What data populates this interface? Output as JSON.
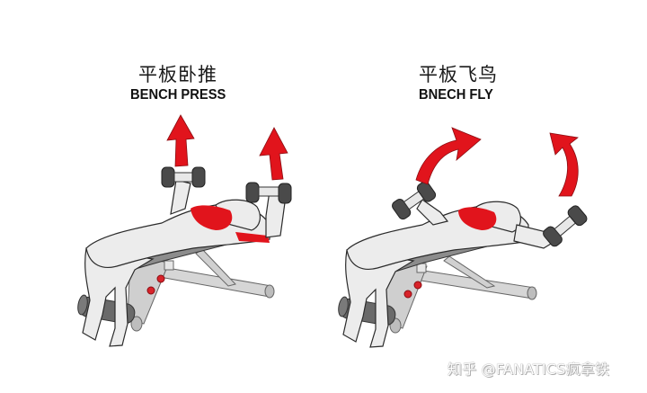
{
  "exercises": [
    {
      "title_cn": "平板卧推",
      "title_en": "BENCH PRESS",
      "motion": "straight-up-arrows"
    },
    {
      "title_cn": "平板飞鸟",
      "title_en": "BNECH FLY",
      "motion": "curved-arc-arrows"
    }
  ],
  "watermark": "知乎 @FANATICS疯拿铁",
  "colors": {
    "accent_red": "#e1141c",
    "body_fill": "#ececec",
    "outline": "#2b2b2b",
    "dumbbell": "#4a4a4a",
    "bench_frame": "#cfcfcf",
    "bench_pad": "#8c8c8c",
    "background": "#ffffff"
  }
}
